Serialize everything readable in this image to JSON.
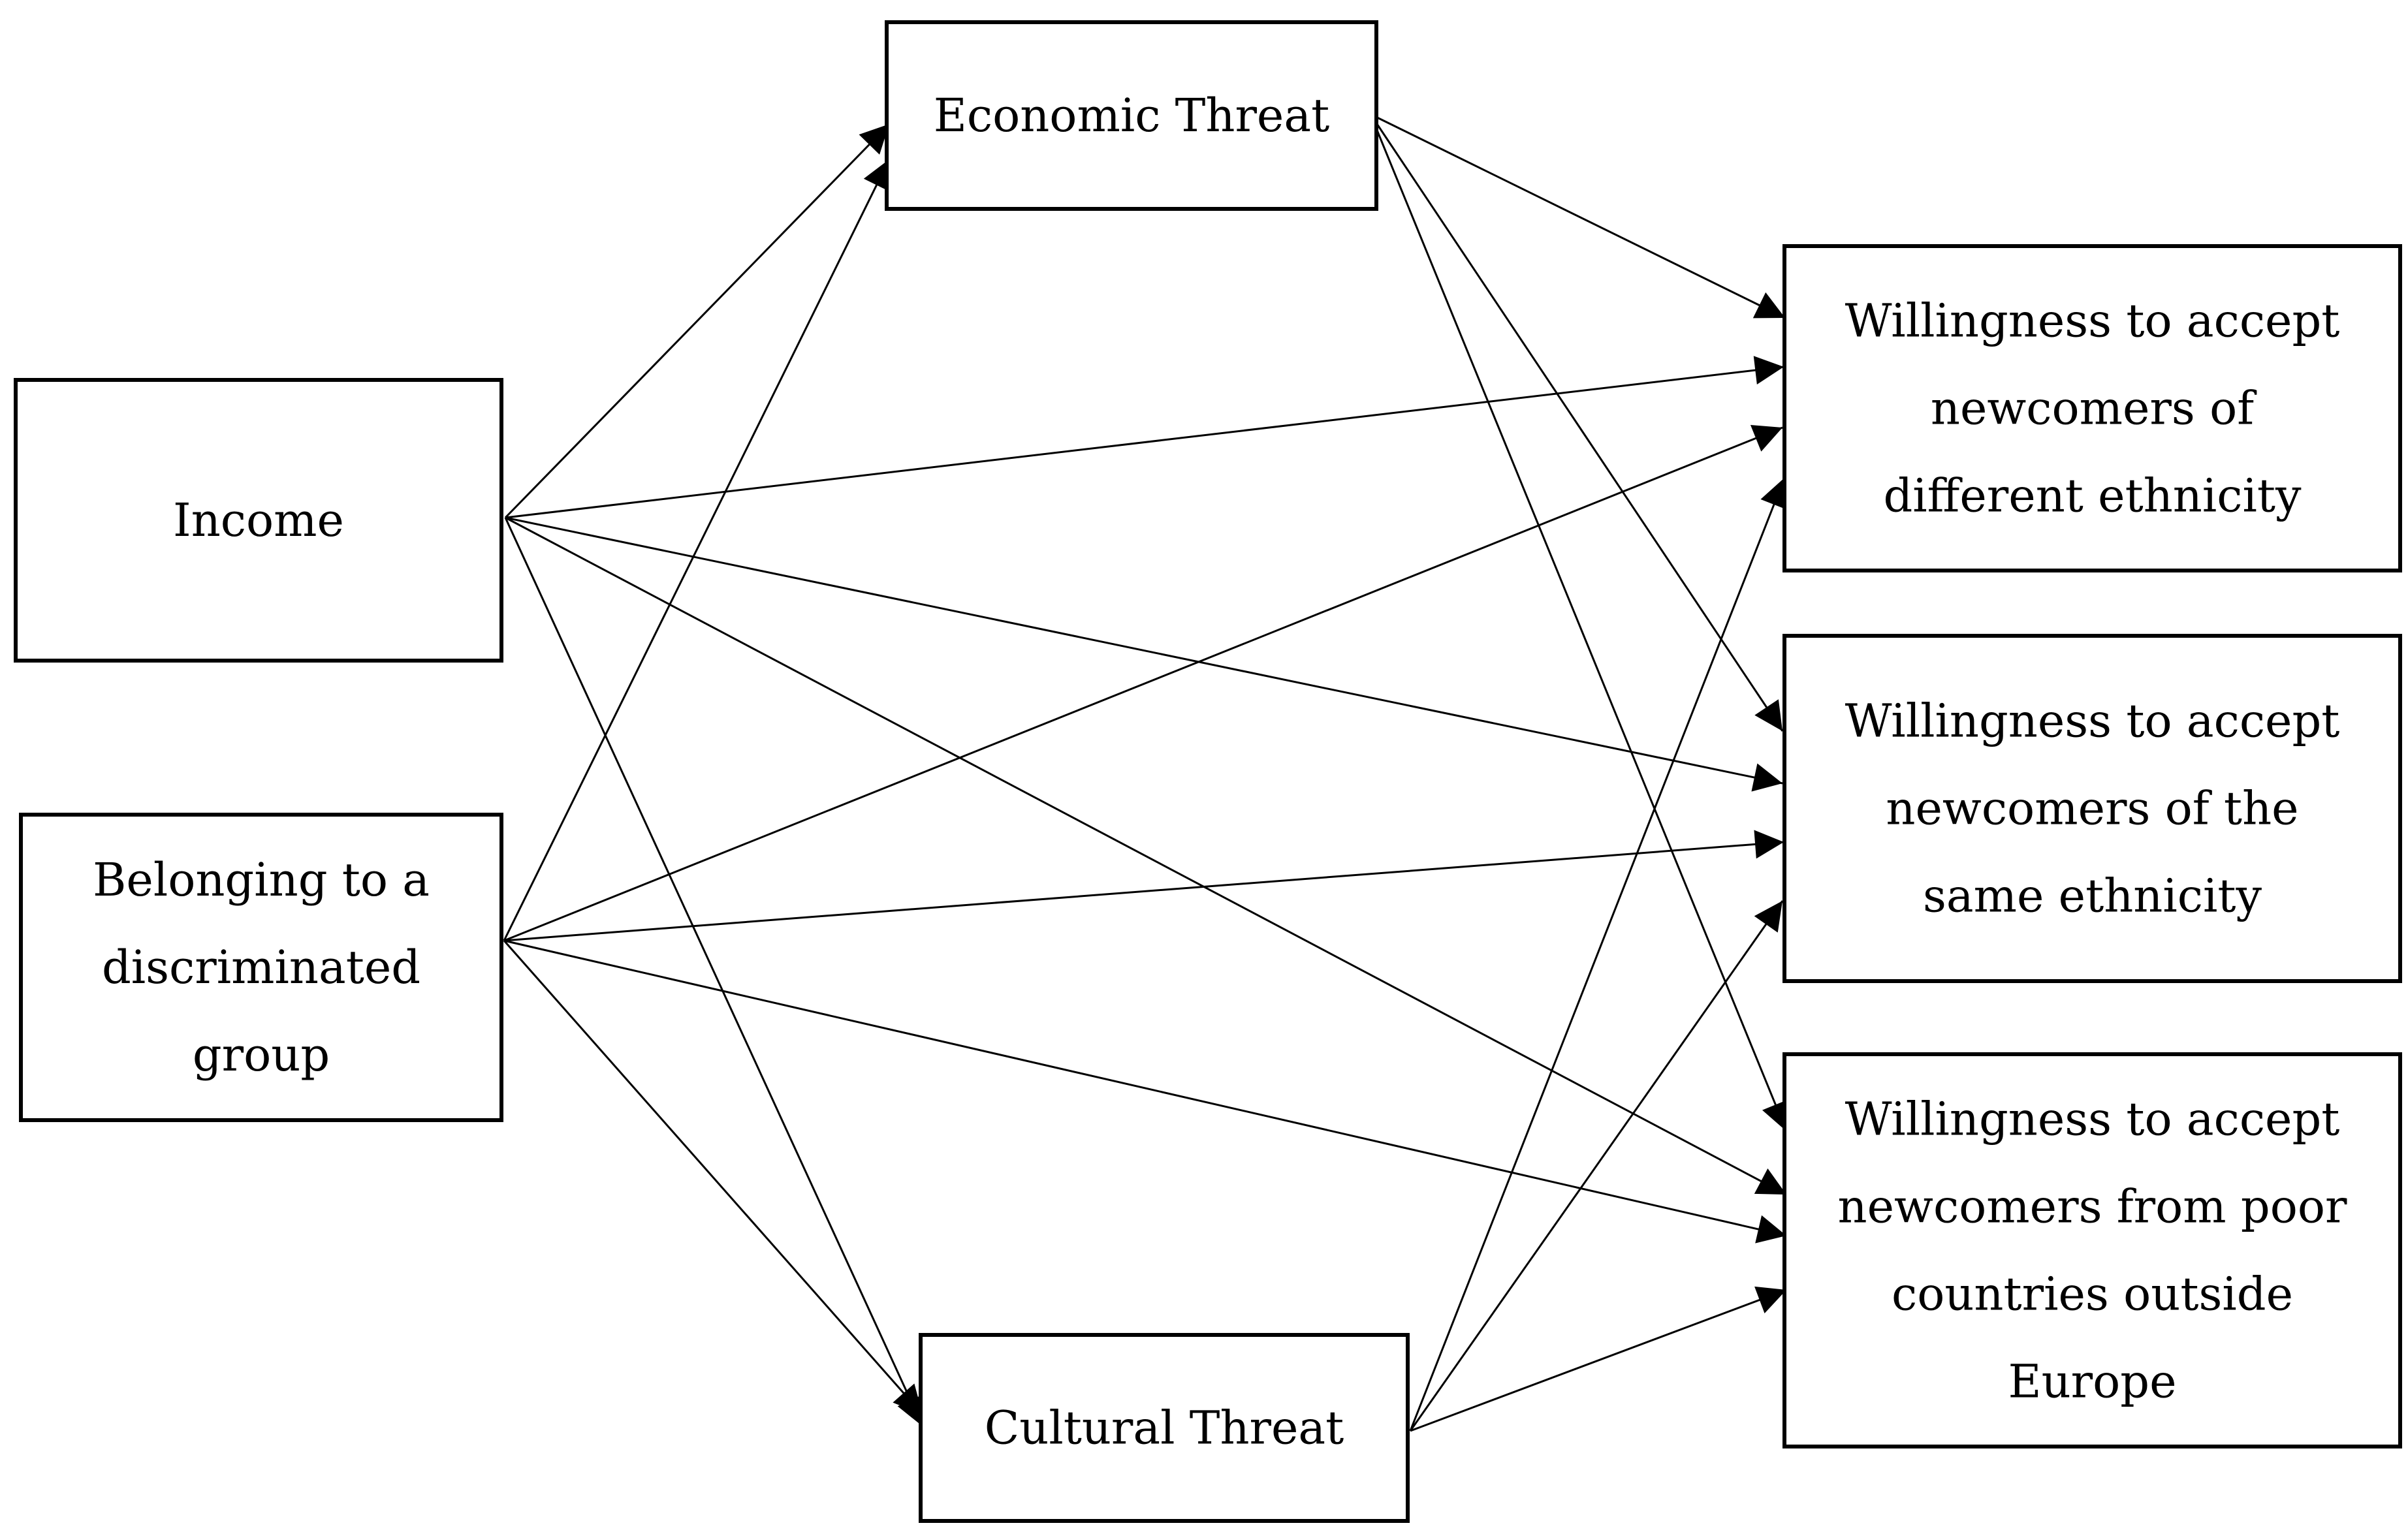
{
  "nodes": {
    "income": {
      "lines": [
        "Income"
      ]
    },
    "belonging": {
      "lines": [
        "Belonging to a",
        "discriminated",
        "group"
      ]
    },
    "economic_threat": {
      "lines": [
        "Economic Threat"
      ]
    },
    "cultural_threat": {
      "lines": [
        "Cultural Threat"
      ]
    },
    "willingness_different": {
      "lines": [
        "Willingness to accept",
        "newcomers of",
        "different ethnicity"
      ]
    },
    "willingness_same": {
      "lines": [
        "Willingness to accept",
        "newcomers of the",
        "same ethnicity"
      ]
    },
    "willingness_poor": {
      "lines": [
        "Willingness to accept",
        "newcomers from poor",
        "countries outside",
        "Europe"
      ]
    }
  },
  "edges": [
    {
      "from": "income",
      "to": "economic_threat"
    },
    {
      "from": "income",
      "to": "cultural_threat"
    },
    {
      "from": "income",
      "to": "willingness_different"
    },
    {
      "from": "income",
      "to": "willingness_same"
    },
    {
      "from": "income",
      "to": "willingness_poor"
    },
    {
      "from": "belonging",
      "to": "economic_threat"
    },
    {
      "from": "belonging",
      "to": "cultural_threat"
    },
    {
      "from": "belonging",
      "to": "willingness_different"
    },
    {
      "from": "belonging",
      "to": "willingness_same"
    },
    {
      "from": "belonging",
      "to": "willingness_poor"
    },
    {
      "from": "economic_threat",
      "to": "willingness_different"
    },
    {
      "from": "economic_threat",
      "to": "willingness_same"
    },
    {
      "from": "economic_threat",
      "to": "willingness_poor"
    },
    {
      "from": "cultural_threat",
      "to": "willingness_different"
    },
    {
      "from": "cultural_threat",
      "to": "willingness_same"
    },
    {
      "from": "cultural_threat",
      "to": "willingness_poor"
    }
  ]
}
